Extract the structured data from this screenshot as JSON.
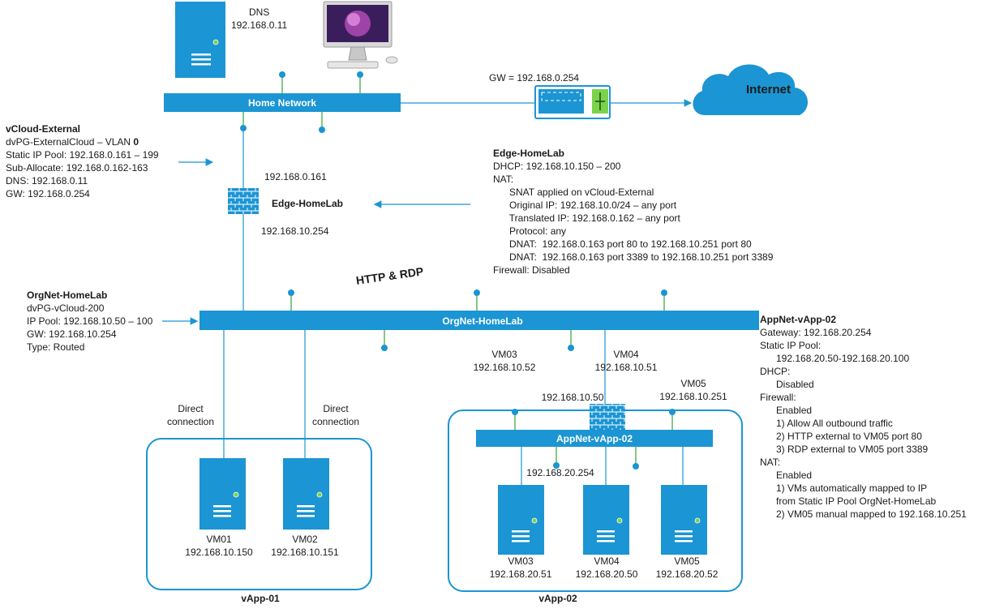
{
  "dns_server": {
    "label": "DNS",
    "ip": "192.168.0.11"
  },
  "home_network": {
    "label": "Home Network"
  },
  "gateway": {
    "label": "GW = 192.168.0.254"
  },
  "internet": {
    "label": "Internet"
  },
  "vcloud_external": {
    "title": "vCloud-External",
    "lines": [
      "dvPG-ExternalCloud – VLAN ",
      "Static IP Pool: 192.168.0.161 – 199",
      "Sub-Allocate: 192.168.0.162-163",
      "DNS: 192.168.0.11",
      "GW: 192.168.0.254"
    ],
    "vlan_id": "0"
  },
  "edge": {
    "label": "Edge-HomeLab",
    "external_ip": "192.168.0.161",
    "internal_ip": "192.168.10.254"
  },
  "edge_info": {
    "title": "Edge-HomeLab",
    "lines": [
      "DHCP: 192.168.10.150 – 200",
      "NAT:",
      "      SNAT applied on vCloud-External",
      "      Original IP: 192.168.10.0/24 – any port",
      "      Translated IP: 192.168.0.162 – any port",
      "      Protocol: any",
      "      DNAT:  192.168.0.163 port 80 to 192.168.10.251 port 80",
      "      DNAT:  192.168.0.163 port 3389 to 192.168.10.251 port 3389",
      "Firewall: Disabled"
    ]
  },
  "http_rdp": "HTTP & RDP",
  "orgnet_info": {
    "title": "OrgNet-HomeLab",
    "lines": [
      "dvPG-vCloud-200",
      "IP Pool: 192.168.10.50 – 100",
      "GW: 192.168.10.254",
      "Type: Routed"
    ]
  },
  "orgnet_bar": {
    "label": "OrgNet-HomeLab"
  },
  "appnet_info": {
    "title": "AppNet-vApp-02",
    "lines": [
      "Gateway: 192.168.20.254",
      "Static IP Pool:",
      "      192.168.20.50-192.168.20.100",
      "DHCP:",
      "      Disabled",
      "Firewall:",
      "      Enabled",
      "      1) Allow All outbound traffic",
      "      2) HTTP external to VM05 port 80",
      "      3) RDP external to VM05 port 3389",
      "NAT:",
      "      Enabled",
      "      1) VMs automatically mapped to IP",
      "      from Static IP Pool OrgNet-HomeLab",
      "      2) VM05 manual mapped to 192.168.10.251"
    ]
  },
  "direct_connection": {
    "line1": "Direct",
    "line2": "connection"
  },
  "vapp01": {
    "label": "vApp-01",
    "vms": [
      {
        "name": "VM01",
        "ip": "192.168.10.150"
      },
      {
        "name": "VM02",
        "ip": "192.168.10.151"
      }
    ]
  },
  "vapp02": {
    "label": "vApp-02",
    "external_vms": [
      {
        "name": "VM03",
        "ip": "192.168.10.52"
      },
      {
        "name": "VM04",
        "ip": "192.168.10.51"
      },
      {
        "name": "VM05",
        "ip": "192.168.10.251"
      }
    ],
    "router_ip": "192.168.10.50",
    "appnet_bar": "AppNet-vApp-02",
    "appnet_gw": "192.168.20.254",
    "vms": [
      {
        "name": "VM03",
        "ip": "192.168.20.51"
      },
      {
        "name": "VM04",
        "ip": "192.168.20.50"
      },
      {
        "name": "VM05",
        "ip": "192.168.20.52"
      }
    ]
  },
  "colors": {
    "accent": "#1b95d3",
    "bar_border": "#1b95d3",
    "line_green": "#33a333",
    "cloud": "#1b95d3",
    "firewall": "#1b95d3"
  }
}
